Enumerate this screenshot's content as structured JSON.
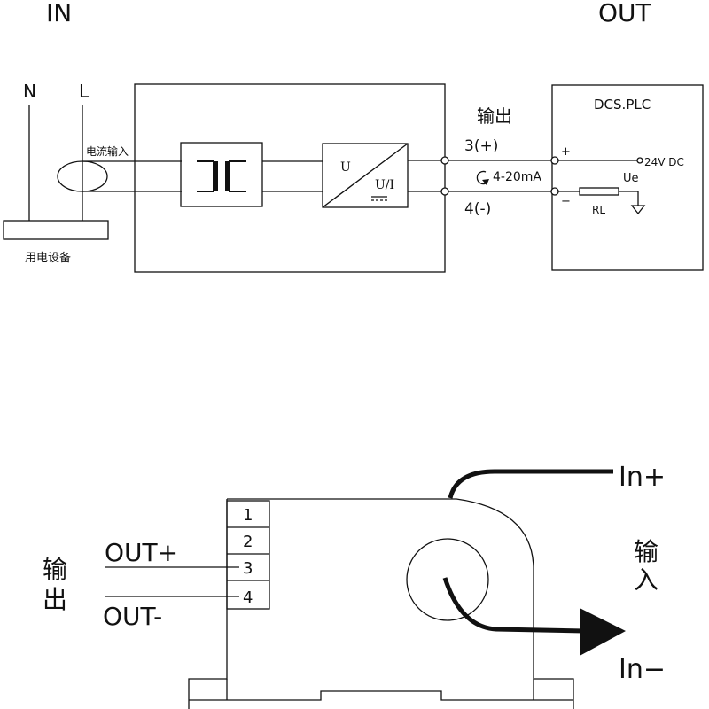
{
  "top": {
    "in_label": "IN",
    "out_label": "OUT",
    "n_label": "N",
    "l_label": "L",
    "current_input_label": "电流输入",
    "device_label": "用电设备",
    "converter_u": "U",
    "converter_ui": "U/I",
    "output_label": "输出",
    "terminal_plus": "3(+)",
    "terminal_minus": "4(-)",
    "current_range": "4-20mA",
    "dcs_title": "DCS.PLC",
    "dcs_plus": "+",
    "dcs_minus": "−",
    "supply": "24V DC",
    "ue": "Ue",
    "rl": "RL"
  },
  "bottom": {
    "terminals": [
      "1",
      "2",
      "3",
      "4"
    ],
    "out_plus": "OUT+",
    "out_minus": "OUT-",
    "output_label_chars": [
      "输",
      "出"
    ],
    "input_label_chars": [
      "输",
      "入"
    ],
    "in_plus": "In+",
    "in_minus": "In−"
  }
}
